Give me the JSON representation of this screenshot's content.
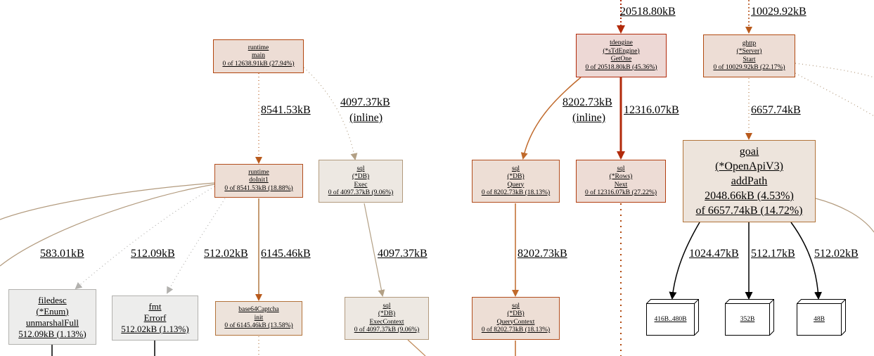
{
  "nodes": {
    "runtime_main": {
      "lines": [
        "runtime",
        "main",
        "0 of 12638.91kB (27.94%)"
      ],
      "fill": "#edddd5",
      "stroke": "#b2440c"
    },
    "runtime_doinit1": {
      "lines": [
        "runtime",
        "doInit1",
        "0 of 8541.53kB (18.88%)"
      ],
      "fill": "#edded5",
      "stroke": "#b24d1d"
    },
    "sql_db_exec": {
      "lines": [
        "sql",
        "(*DB)",
        "Exec",
        "0 of 4097.37kB (9.06%)"
      ],
      "fill": "#ede8e2",
      "stroke": "#b29a7d"
    },
    "filedesc_enum_unmarshalfull": {
      "lines": [
        "filedesc",
        "(*Enum)",
        "unmarshalFull",
        "512.09kB (1.13%)"
      ],
      "fill": "#ededec",
      "stroke": "#b2b1ae"
    },
    "fmt_errorf": {
      "lines": [
        "fmt",
        "Errorf",
        "512.02kB (1.13%)"
      ],
      "fill": "#ededec",
      "stroke": "#b2b1ae"
    },
    "base64captcha_init": {
      "lines": [
        "base64Captcha",
        "init",
        "0 of 6145.46kB (13.58%)"
      ],
      "fill": "#ede3db",
      "stroke": "#b2733a"
    },
    "sql_db_execcontext": {
      "lines": [
        "sql",
        "(*DB)",
        "ExecContext",
        "0 of 4097.37kB (9.06%)"
      ],
      "fill": "#ede8e2",
      "stroke": "#b29a7d"
    },
    "tdengine_getone": {
      "lines": [
        "tdengine",
        "(*sTdEngine)",
        "GetOne",
        "0 of 20518.80kB (45.36%)"
      ],
      "fill": "#edd8d5",
      "stroke": "#b22a0a"
    },
    "ghttp_server_start": {
      "lines": [
        "ghttp",
        "(*Server)",
        "Start",
        "0 of 10029.92kB (22.17%)"
      ],
      "fill": "#edddd5",
      "stroke": "#b24a10"
    },
    "sql_db_query": {
      "lines": [
        "sql",
        "(*DB)",
        "Query",
        "0 of 8202.73kB (18.13%)"
      ],
      "fill": "#edded5",
      "stroke": "#b24d1d"
    },
    "sql_rows_next": {
      "lines": [
        "sql",
        "(*Rows)",
        "Next",
        "0 of 12316.07kB (27.22%)"
      ],
      "fill": "#eddcd5",
      "stroke": "#b23e10"
    },
    "goai_openapiv3_addpath": {
      "lines": [
        "goai",
        "(*OpenApiV3)",
        "addPath",
        "2048.66kB (4.53%)",
        "of 6657.74kB (14.72%)"
      ],
      "fill": "#ede4dc",
      "stroke": "#b2743a"
    },
    "sql_db_querycontext": {
      "lines": [
        "sql",
        "(*DB)",
        "QueryContext",
        "0 of 8202.73kB (18.13%)"
      ],
      "fill": "#edded5",
      "stroke": "#b24d1d"
    },
    "box_416b_480b": {
      "lines": [
        "416B..480B"
      ]
    },
    "box_352b": {
      "lines": [
        "352B"
      ]
    },
    "box_48b": {
      "lines": [
        "48B"
      ]
    }
  },
  "edge_labels": {
    "in_tdengine": "20518.80kB",
    "in_ghttp": "10029.92kB",
    "main_to_doinit1": "8541.53kB",
    "main_to_exec": [
      "4097.37kB",
      "(inline)"
    ],
    "getone_to_query": [
      "8202.73kB",
      "(inline)"
    ],
    "getone_to_next": "12316.07kB",
    "start_to_addpath": "6657.74kB",
    "to_filedesc": "583.01kB",
    "to_errorf": "512.09kB",
    "doinit1_512": "512.02kB",
    "doinit1_to_base64": "6145.46kB",
    "exec_to_execcontext": "4097.37kB",
    "query_to_querycontext": "8202.73kB",
    "addpath_to_416": "1024.47kB",
    "addpath_to_352": "512.17kB",
    "addpath_to_48": "512.02kB"
  }
}
